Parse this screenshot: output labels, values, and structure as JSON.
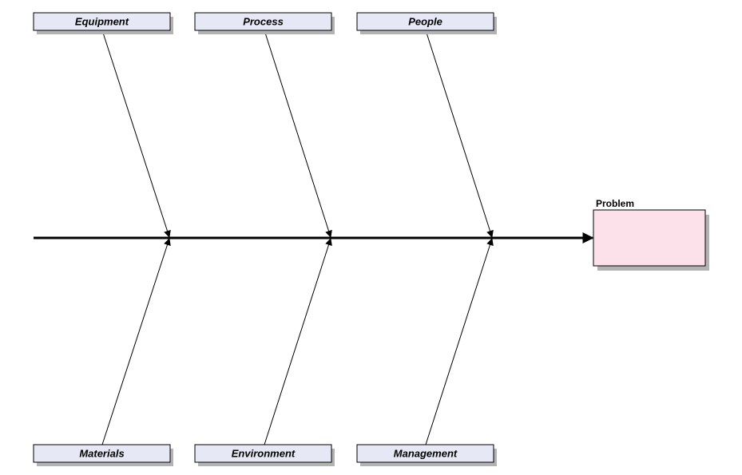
{
  "problem": {
    "label": "Problem"
  },
  "categories": [
    {
      "name": "Equipment",
      "position": "top"
    },
    {
      "name": "Process",
      "position": "top"
    },
    {
      "name": "People",
      "position": "top"
    },
    {
      "name": "Materials",
      "position": "bottom"
    },
    {
      "name": "Environment",
      "position": "bottom"
    },
    {
      "name": "Management",
      "position": "bottom"
    }
  ],
  "colors": {
    "category_fill": "#e6e9f5",
    "problem_fill": "#fde1ea",
    "shadow": "#b3b3b3",
    "line": "#000000"
  }
}
